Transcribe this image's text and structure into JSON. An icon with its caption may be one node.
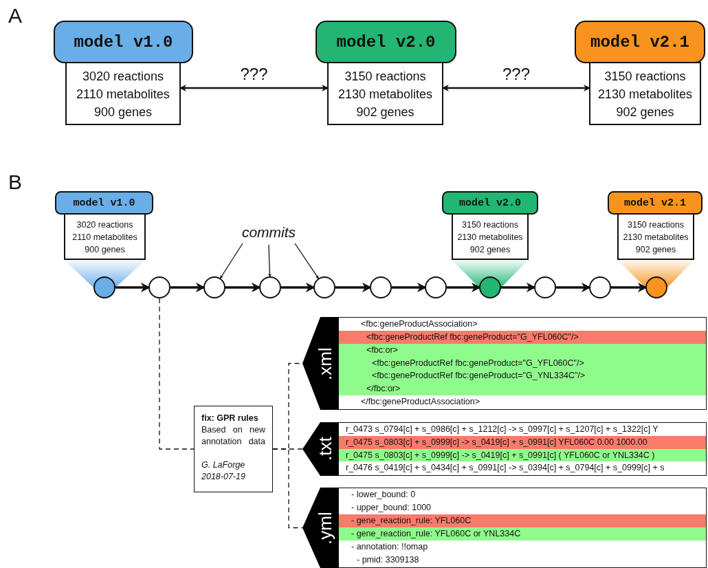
{
  "diagram": {
    "nodes": [
      {
        "text": [
          "model v1.0",
          "3020 reactions 2110 metabolites 900 genes"
        ]
      },
      {
        "text": [
          "model v2.0",
          "3150 reactions 2130 metabolites 902 genes"
        ]
      },
      {
        "text": [
          "model v2.1",
          "3150 reactions 2130 metabolites 902 genes"
        ]
      },
      {
        "text": [
          "model v1.0",
          "3020 reactions 2110 metabolites 900 genes"
        ]
      },
      {
        "text": [
          "model v2.0",
          "3150 reactions 2130 metabolites 902 genes"
        ]
      },
      {
        "text": [
          "model v2.1",
          "3150 reactions 2130 metabolites 902 genes"
        ]
      },
      {
        "text": [
          "commits"
        ]
      },
      {
        "text": [],
        "shape": "circle"
      },
      {
        "text": [],
        "shape": "circle"
      },
      {
        "text": [],
        "shape": "circle"
      },
      {
        "text": [],
        "shape": "circle"
      },
      {
        "text": [],
        "shape": "circle"
      },
      {
        "text": [],
        "shape": "circle"
      },
      {
        "text": [],
        "shape": "circle"
      },
      {
        "text": [],
        "shape": "circle"
      },
      {
        "text": [],
        "shape": "circle"
      },
      {
        "text": [],
        "shape": "circle"
      },
      {
        "text": [],
        "shape": "circle"
      },
      {
        "text": [
          "fix: GPR rules",
          "Based on new annotation data",
          "G. LaForge 2018-07-19"
        ]
      },
      {
        "text": [
          ".xml",
          "<fbc:geneProductAssociation>",
          "<fbc:geneProductRef fbc:geneProduct=\"G_YFL060C\"/>",
          "<fbc:or>",
          "<fbc:geneProductRef fbc:geneProduct=\"G_YFL060C\"/>",
          "<fbc:geneProductRef fbc:geneProduct=\"G_YNL334C\"/>",
          "</fbc:or>",
          "</fbc:geneProductAssociation>"
        ]
      },
      {
        "text": [
          ".txt",
          "r_0473 s_0794[c] + s_0986[c] + s_1212[c] -> s_0997[c] + s_1207[c] + s_1322[c] Y",
          "r_0475 s_0803[c] + s_0999[c] -> s_0419[c] + s_0991[c] YFL060C 0.00 1000.00",
          "r_0475 s_0803[c] + s_0999[c] -> s_0419[c] + s_0991[c] ( YFL060C or YNL334C )",
          "r_0476 s_0419[c] + s_0434[c] + s_0991[c] -> s_0394[c] + s_0794[c] + s_0999[c] + s"
        ]
      },
      {
        "text": [
          ".yml",
          "- lower_bound: 0",
          "- upper_bound: 1000",
          "- gene_reaction_rule: YFL060C",
          "- gene_reaction_rule: YFL060C or YNL334C",
          "- annotation: !!omap",
          "- pmid: 3309138"
        ]
      }
    ],
    "edges": [
      {
        "from": 0,
        "to": 1,
        "arrow": "both",
        "label": "???"
      },
      {
        "from": 1,
        "to": 2,
        "arrow": "both",
        "label": "???"
      },
      {
        "from": 7,
        "to": 8,
        "arrow": "to"
      },
      {
        "from": 8,
        "to": 9,
        "arrow": "to"
      },
      {
        "from": 9,
        "to": 10,
        "arrow": "to"
      },
      {
        "from": 10,
        "to": 11,
        "arrow": "to"
      },
      {
        "from": 11,
        "to": 12,
        "arrow": "to"
      },
      {
        "from": 12,
        "to": 13,
        "arrow": "to"
      },
      {
        "from": 13,
        "to": 14,
        "arrow": "to"
      },
      {
        "from": 14,
        "to": 15,
        "arrow": "to"
      },
      {
        "from": 15,
        "to": 16,
        "arrow": "to"
      },
      {
        "from": 16,
        "to": 17,
        "arrow": "to"
      },
      {
        "from": 6,
        "to": 9,
        "arrow": "to"
      },
      {
        "from": 6,
        "to": 10,
        "arrow": "to"
      },
      {
        "from": 6,
        "to": 11,
        "arrow": "to"
      },
      {
        "from": 8,
        "to": 18,
        "arrow": "none",
        "style": "dashed"
      },
      {
        "from": 18,
        "to": 19,
        "arrow": "none",
        "style": "dashed"
      },
      {
        "from": 18,
        "to": 20,
        "arrow": "none",
        "style": "dashed"
      },
      {
        "from": 18,
        "to": 21,
        "arrow": "none",
        "style": "dashed"
      }
    ],
    "labels": [
      "A",
      "B"
    ]
  }
}
